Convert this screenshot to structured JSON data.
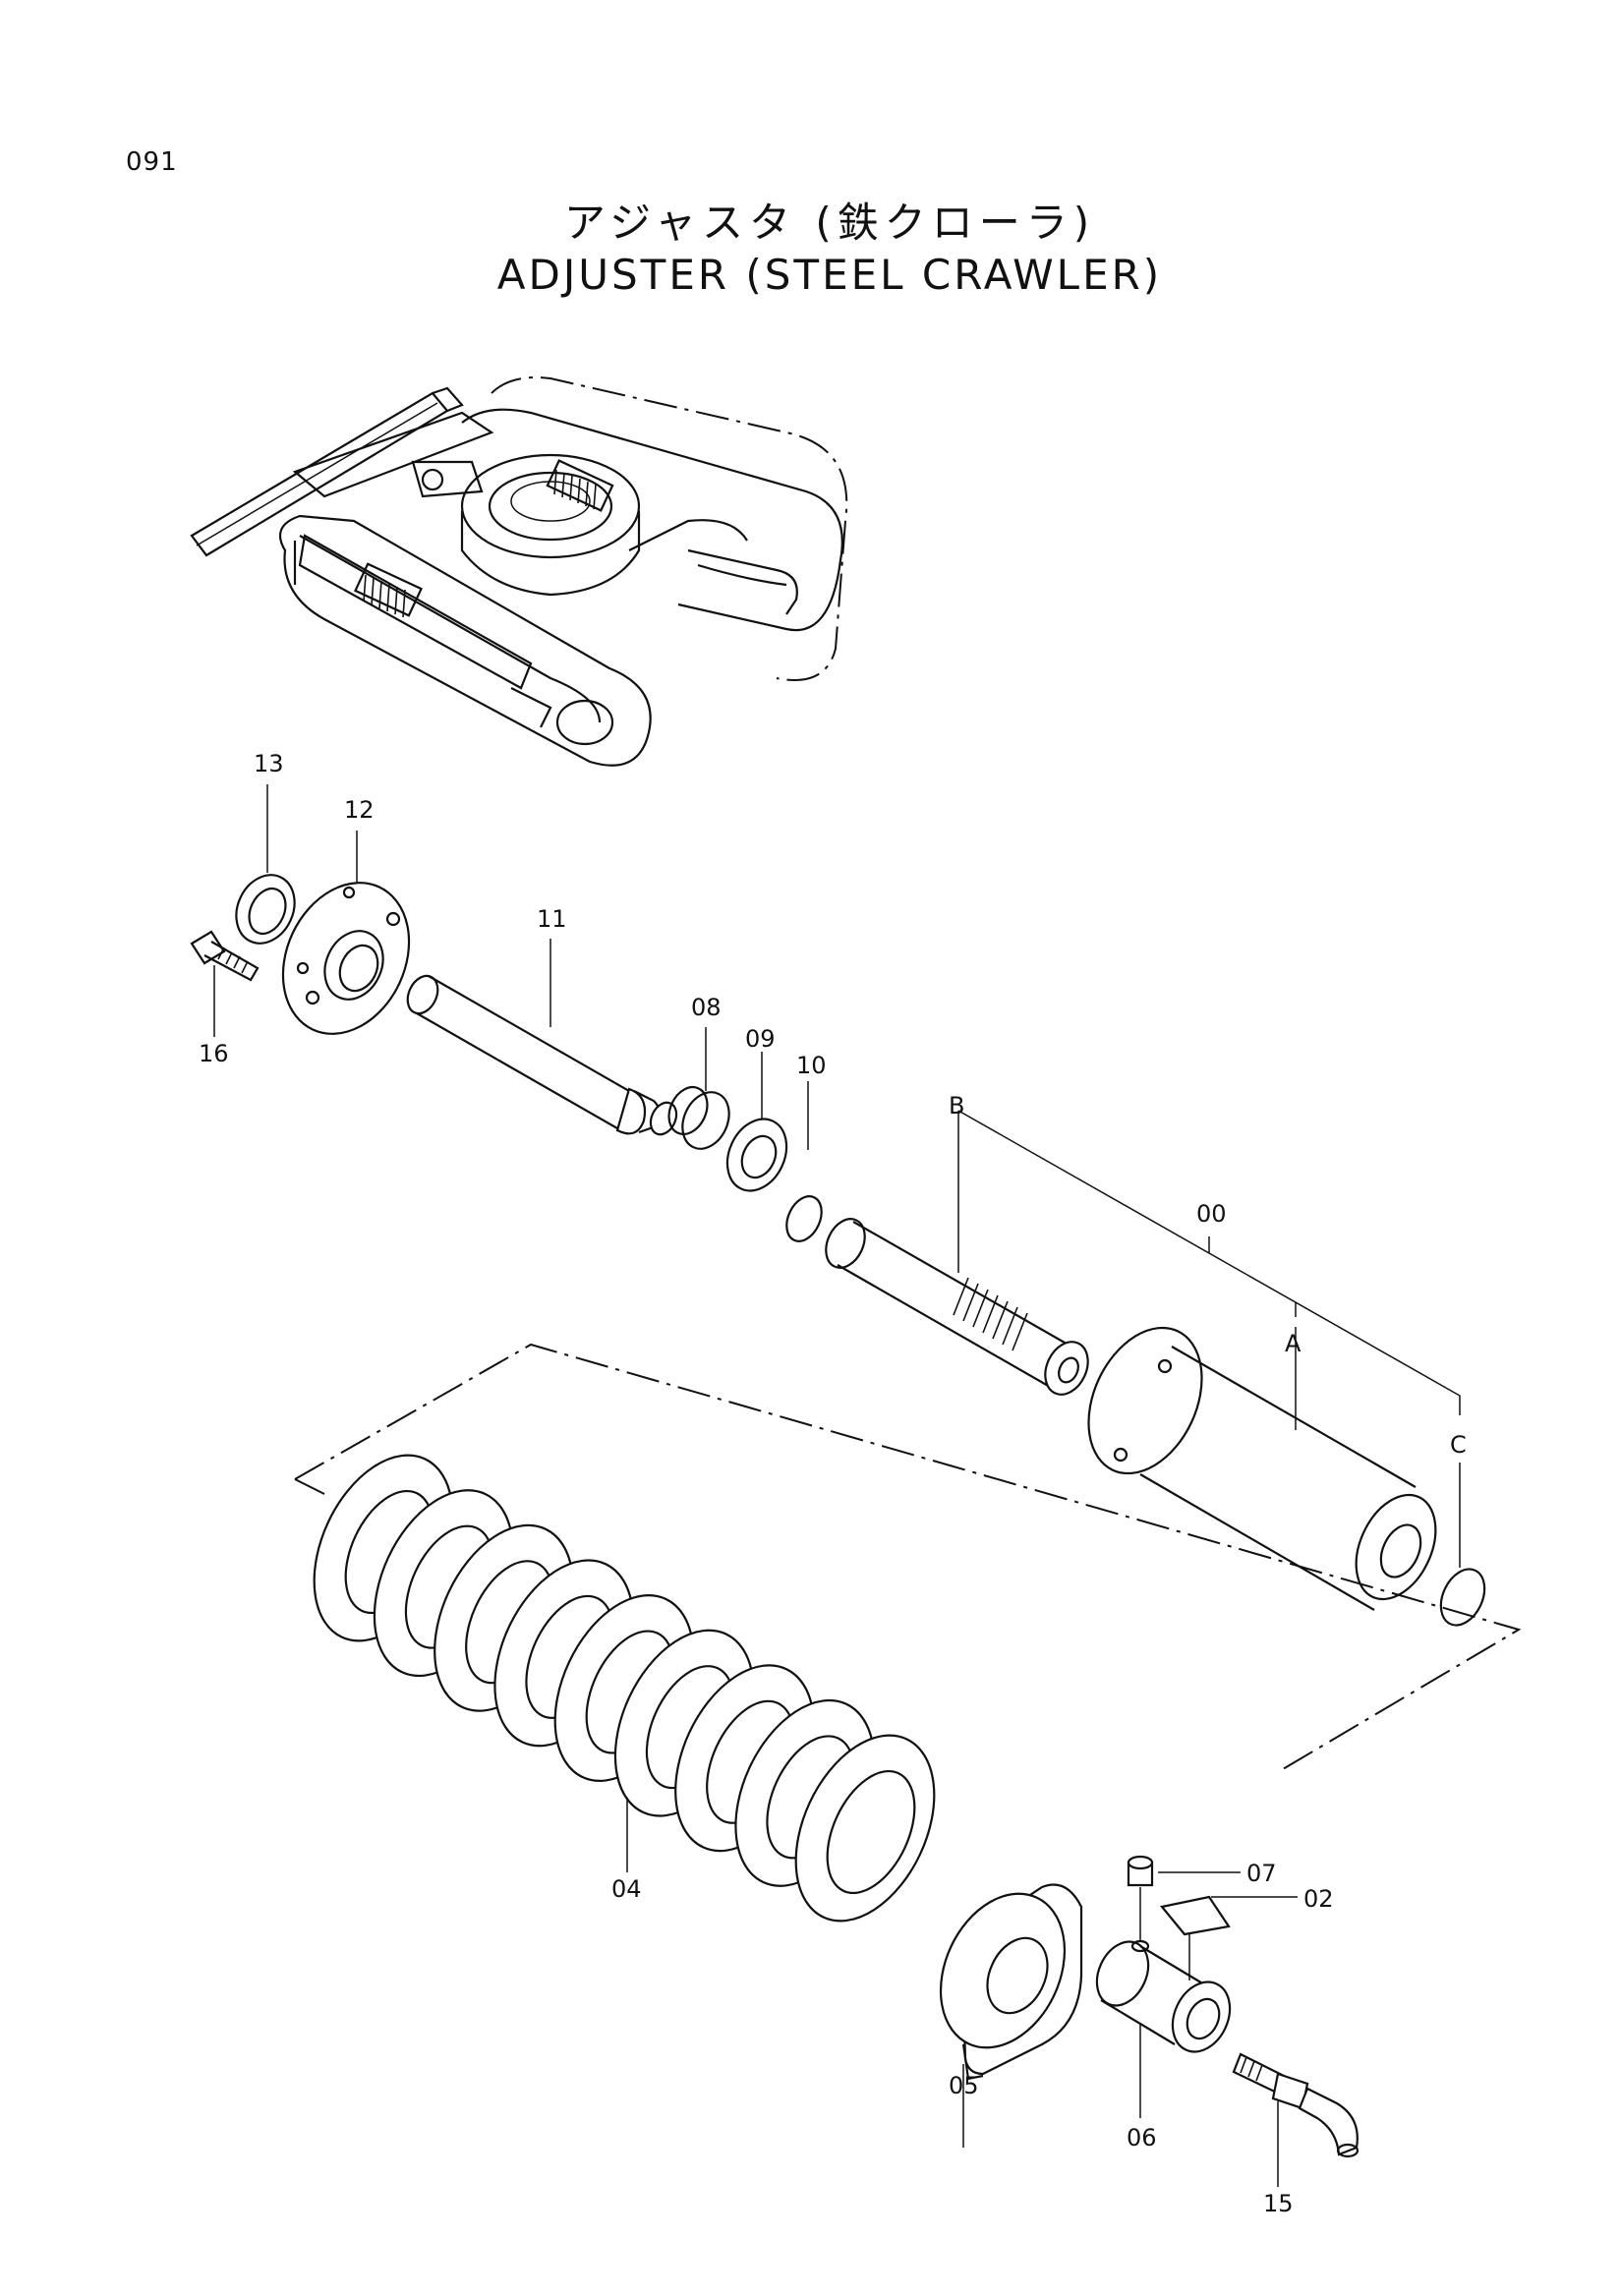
{
  "page_number": "091",
  "title_jp": "アジャスタ (鉄クローラ)",
  "title_en": "ADJUSTER (STEEL CRAWLER)",
  "part_labels": {
    "p00": "00",
    "p02": "02",
    "p04": "04",
    "p05": "05",
    "p06": "06",
    "p07": "07",
    "p08": "08",
    "p09": "09",
    "p10": "10",
    "p11": "11",
    "p12": "12",
    "p13": "13",
    "p15": "15",
    "p16": "16",
    "pA": "A",
    "pB": "B",
    "pC": "C"
  }
}
